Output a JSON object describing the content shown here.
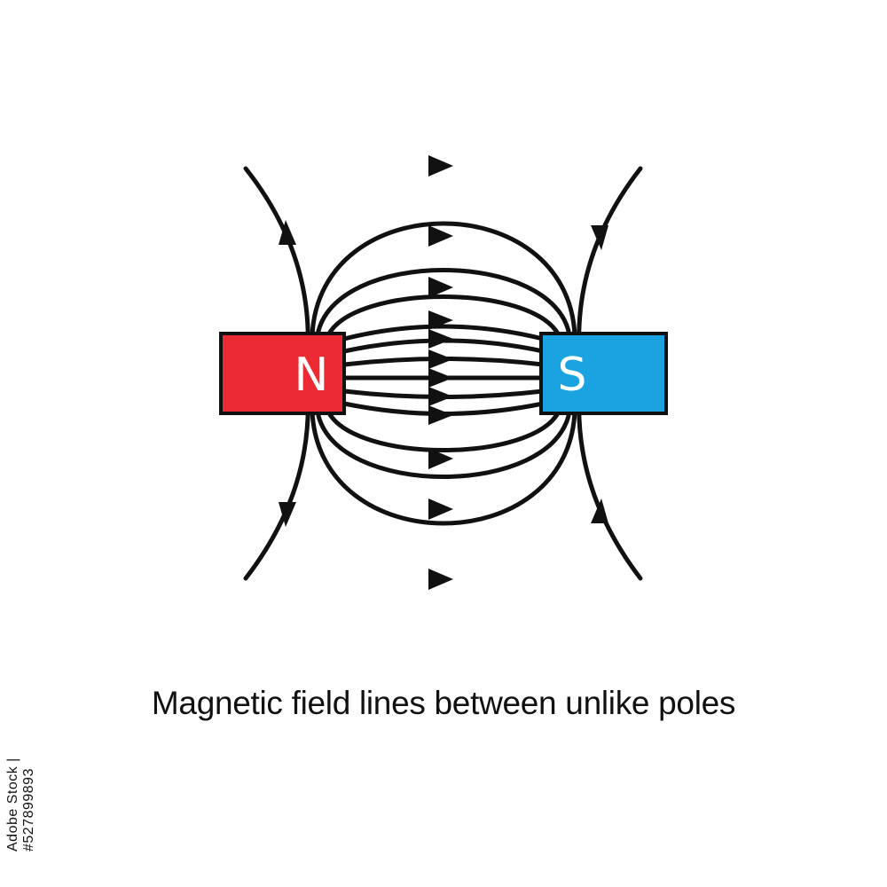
{
  "diagram": {
    "north_label": "N",
    "south_label": "S",
    "caption": "Magnetic field lines between unlike poles",
    "stock_id": "Adobe Stock | #527899893"
  },
  "colors": {
    "north_pole": "#ec2a33",
    "south_pole": "#1aa3e0",
    "lines": "#111111"
  },
  "icons": {
    "arrow": "arrowhead-triangle"
  }
}
